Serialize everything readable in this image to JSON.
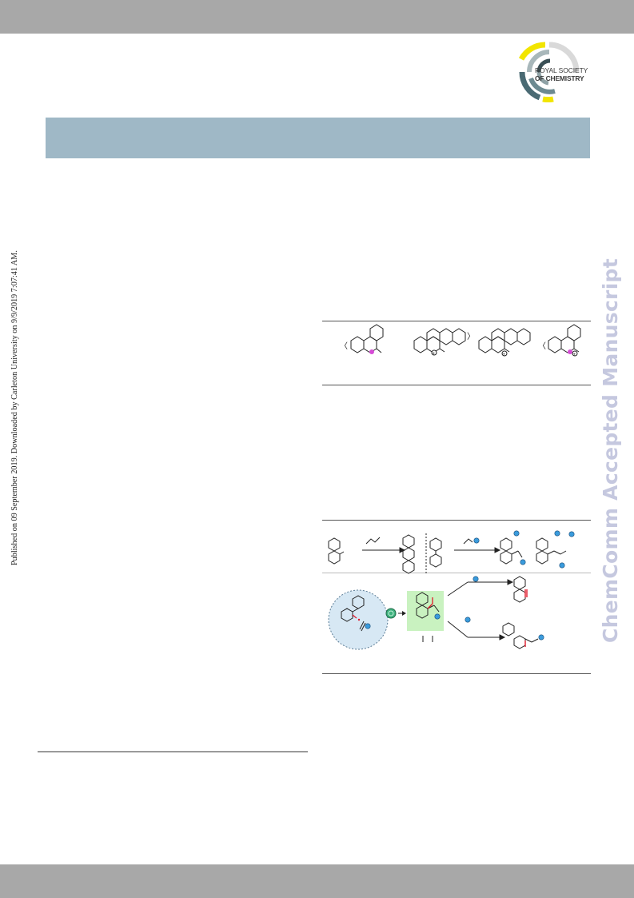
{
  "header": {
    "publisher_line1": "ROYAL SOCIETY",
    "publisher_line2": "OF CHEMISTRY"
  },
  "side_note": "Published on 09 September 2019. Downloaded by Carleton University on 9/9/2019 7:07:41 AM.",
  "watermark": "ChemComm Accepted Manuscript",
  "colors": {
    "bar_grey": "#a8a8a8",
    "banner_blue": "#9fb8c6",
    "watermark_lavender": "#c5c8df",
    "highlight_magenta": "#d64bd6",
    "radical_blue": "#3a9bdc",
    "catalyst_green": "#3fb27f",
    "intermediate_green": "#c9f2c0",
    "bond_red": "#e0182a"
  },
  "icons": [
    "rsc-logo-icon",
    "radical-bead-icon",
    "catalyst-icon",
    "reaction-arrow-icon"
  ]
}
